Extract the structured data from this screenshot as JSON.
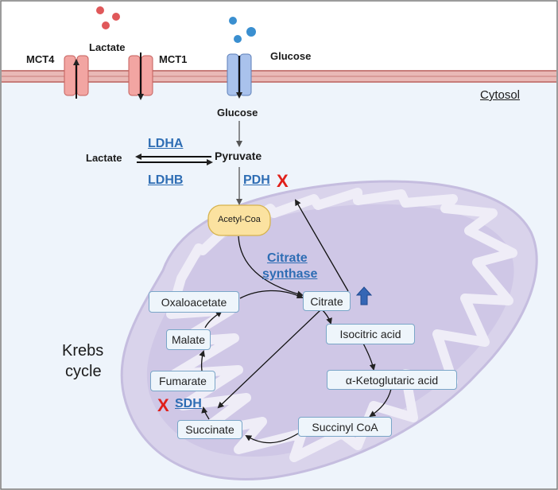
{
  "transporters": {
    "mct4": "MCT4",
    "lactate": "Lactate",
    "mct1": "MCT1",
    "glucose_top": "Glucose"
  },
  "cytosol": "Cytosol",
  "glycolysis": {
    "glucose": "Glucose",
    "pyruvate": "Pyruvate",
    "lactate": "Lactate",
    "ldha": "LDHA",
    "ldhb": "LDHB",
    "pdh": "PDH",
    "acetyl_coa": "Acetyl-Coa",
    "inhibit_mark": "X",
    "up_arrow_icon": "up-arrow-icon"
  },
  "krebs": {
    "title_line1": "Krebs",
    "title_line2": "cycle",
    "citrate_synthase_line1": "Citrate",
    "citrate_synthase_line2": "synthase",
    "oxaloacetate": "Oxaloacetate",
    "citrate": "Citrate",
    "isocitric_acid": "Isocitric acid",
    "malate": "Malate",
    "ketoglutaric": "α-Ketoglutaric acid",
    "fumarate": "Fumarate",
    "sdh": "SDH",
    "succinate": "Succinate",
    "succinyl_coa": "Succinyl CoA",
    "inhibit_mark": "X"
  },
  "colors": {
    "membrane": "#d08a88",
    "transporter": "#f2a5a2",
    "glucose_transporter": "#a9c2ec",
    "lactate_dot": "#e0585a",
    "glucose_dot": "#3a8fd0",
    "cytosol_bg": "#eef4fb",
    "mito_fill": "#d9d3eb",
    "mito_crista": "#efedf7",
    "enzyme": "#2e6db4",
    "inhibit": "#e0201a",
    "acetyl_fill": "#fbe2a0"
  }
}
